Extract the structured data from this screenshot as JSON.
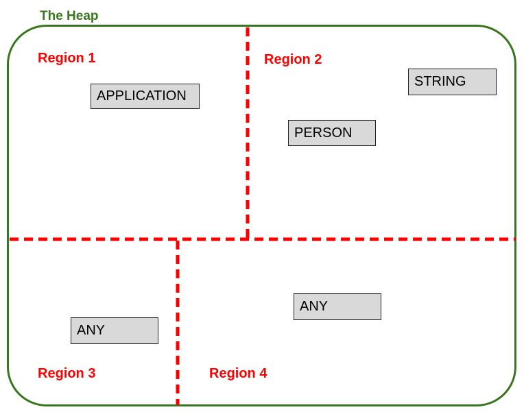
{
  "title": "The Heap",
  "colors": {
    "heap_green": "#38761D",
    "region_red": "#FF0000",
    "node_fill": "#D9D9D9",
    "node_border": "#212121",
    "node_text": "#000000",
    "background": "#FFFFFF"
  },
  "regions": [
    {
      "label": "Region 1"
    },
    {
      "label": "Region 2"
    },
    {
      "label": "Region 3"
    },
    {
      "label": "Region 4"
    }
  ],
  "nodes": [
    {
      "label": "APPLICATION",
      "region": "Region 1"
    },
    {
      "label": "STRING",
      "region": "Region 2"
    },
    {
      "label": "PERSON",
      "region": "Region 2"
    },
    {
      "label": "ANY",
      "region": "Region 3"
    },
    {
      "label": "ANY",
      "region": "Region 4"
    }
  ]
}
